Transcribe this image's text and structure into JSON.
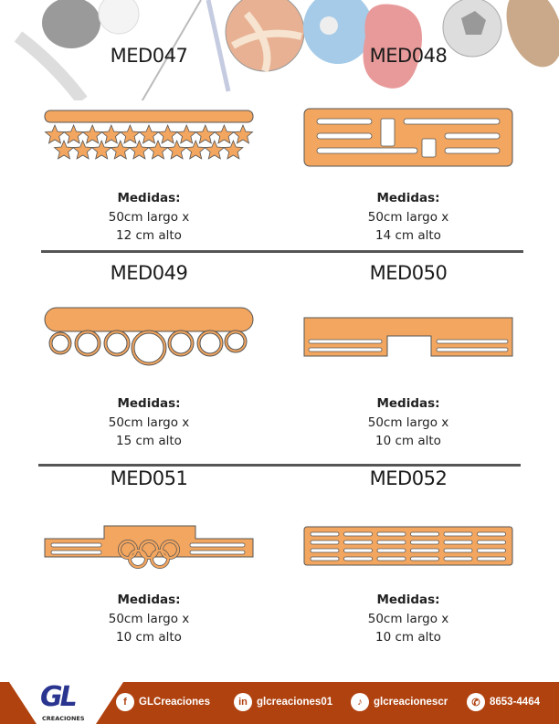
{
  "products": [
    {
      "code": "MED047",
      "label": "Medidas:",
      "line1": "50cm largo x",
      "line2": "12 cm alto"
    },
    {
      "code": "MED048",
      "label": "Medidas:",
      "line1": "50cm largo x",
      "line2": "14 cm alto"
    },
    {
      "code": "MED049",
      "label": "Medidas:",
      "line1": "50cm largo x",
      "line2": "15 cm alto"
    },
    {
      "code": "MED050",
      "label": "Medidas:",
      "line1": "50cm largo x",
      "line2": "10 cm alto"
    },
    {
      "code": "MED051",
      "label": "Medidas:",
      "line1": "50cm largo x",
      "line2": "10 cm alto"
    },
    {
      "code": "MED052",
      "label": "Medidas:",
      "line1": "50cm largo x",
      "line2": "10 cm alto"
    }
  ],
  "footer": {
    "logo_text": "GL",
    "logo_sub": "CREACIONES",
    "facebook": "GLCreaciones",
    "linkedin": "glcreaciones01",
    "tiktok": "glcreacionescr",
    "whatsapp": "8653-4464"
  },
  "colors": {
    "product": "#f3a65f",
    "footer": "#b0420f"
  }
}
